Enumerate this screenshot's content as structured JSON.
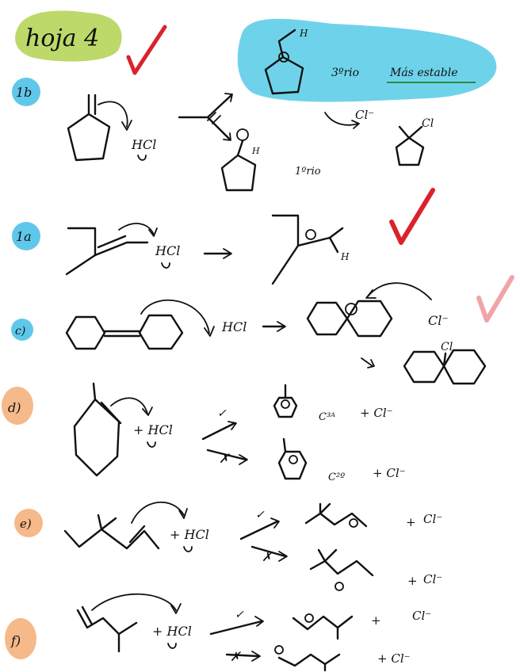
{
  "colors": {
    "title_bg": "#bcd96a",
    "highlight_bg": "#6ed3ea",
    "label_blue": "#5fc8ea",
    "label_orange": "#f6b98a",
    "check_red": "#d9232c",
    "check_pink": "#f2a3a8",
    "green_text": "#2e8a3e",
    "ink": "#111111"
  },
  "title": "hoja 4",
  "section_labels": {
    "a": "1b",
    "b": "1a",
    "c": "c)",
    "d": "d)",
    "e": "e)",
    "f": "f)"
  },
  "reagents": {
    "hcl": "HCl",
    "plus_hcl": "+ HCl",
    "cl_minus": "Cl⁻",
    "plus_cl_minus": "+ Cl⁻",
    "plus": "+"
  },
  "atoms": {
    "h": "H",
    "cl": "Cl",
    "plus": "⊕"
  },
  "notes": {
    "tertiary": "3ºrio",
    "more_stable": "Más estable",
    "primary": "1ºrio",
    "c3": "C³ᴬ",
    "c2": "C²º",
    "check_mark": "✓",
    "cross_mark": "✗"
  }
}
